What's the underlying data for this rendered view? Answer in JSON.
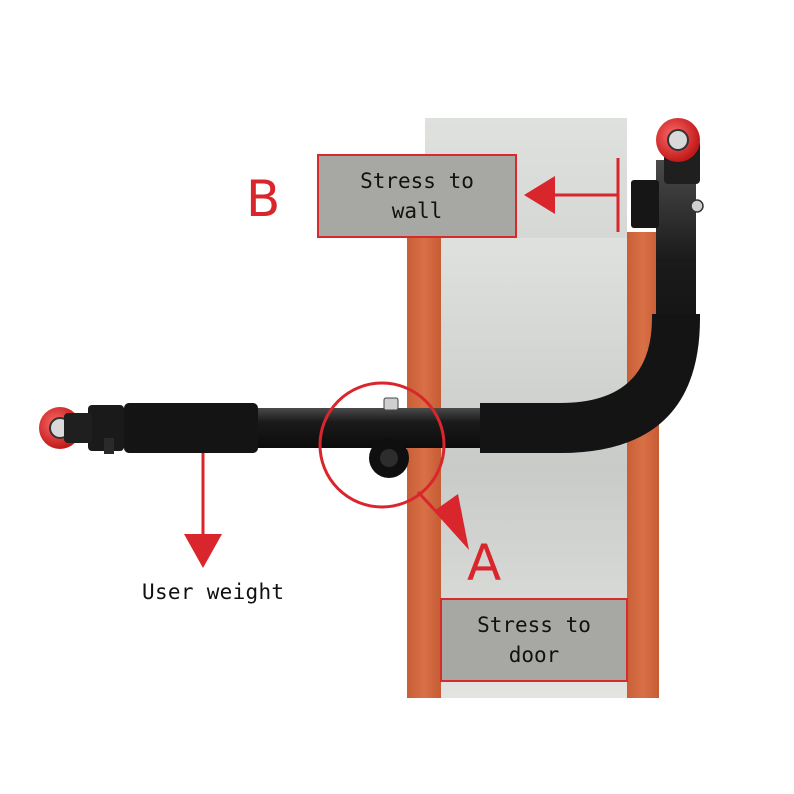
{
  "labels": {
    "letter_b": "B",
    "letter_a": "A",
    "wall_box_line1": "Stress to",
    "wall_box_line2": "wall",
    "door_box_line1": "Stress to",
    "door_box_line2": "door",
    "user_weight": "User weight"
  },
  "colors": {
    "accent_red": "#d9262c",
    "wood": "#d46a3f",
    "door_frame_gray": "#d7d9d6",
    "box_gray": "#a7a8a3",
    "bar_black": "#1c1c1c"
  }
}
